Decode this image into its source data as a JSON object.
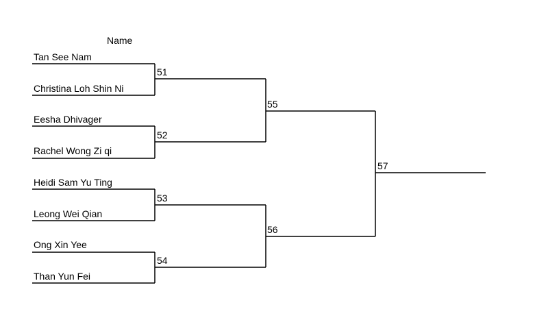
{
  "header": {
    "title": "Name"
  },
  "players": [
    "Tan See Nam",
    "Christina Loh Shin Ni",
    "Eesha Dhivager",
    "Rachel Wong Zi qi",
    "Heidi Sam Yu Ting",
    "Leong Wei Qian",
    "Ong Xin Yee",
    "Than Yun Fei"
  ],
  "matches": {
    "round1": [
      "51",
      "52",
      "53",
      "54"
    ],
    "round2": [
      "55",
      "56"
    ],
    "final": [
      "57"
    ]
  }
}
